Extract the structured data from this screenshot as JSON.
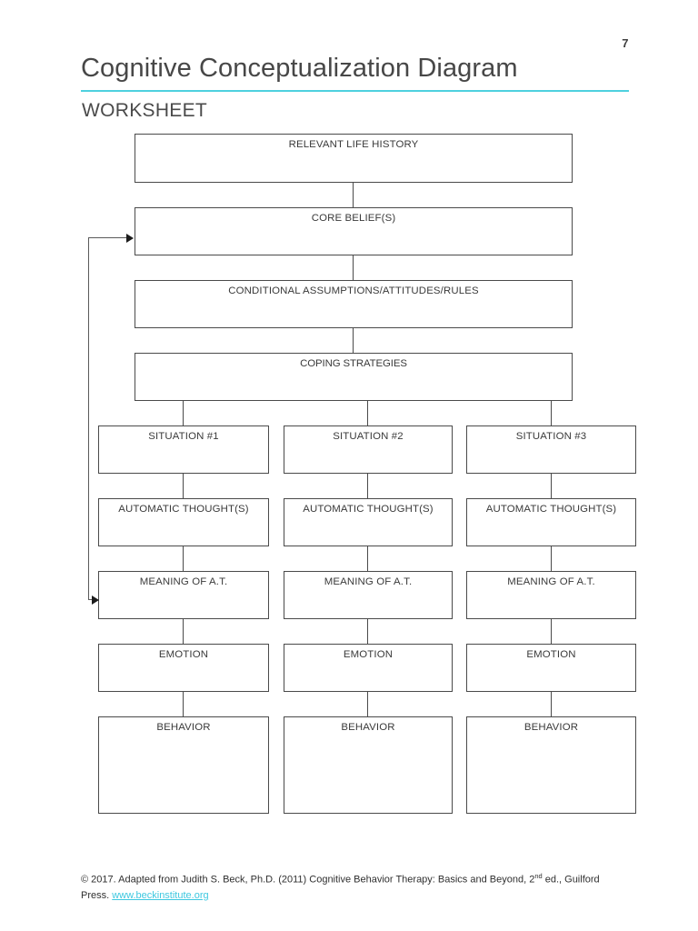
{
  "header": {
    "page_number": "7",
    "title": "Cognitive Conceptualization Diagram",
    "subtitle": "WORKSHEET",
    "rule_color": "#4ed1df"
  },
  "diagram": {
    "top_nodes": [
      {
        "id": "relevant-life-history",
        "label": "RELEVANT LIFE HISTORY"
      },
      {
        "id": "core-beliefs",
        "label": "CORE BELIEF(S)"
      },
      {
        "id": "conditional-assumptions",
        "label": "CONDITIONAL ASSUMPTIONS/ATTITUDES/RULES"
      },
      {
        "id": "coping-strategies",
        "label": "COPING STRATEGIES"
      }
    ],
    "column_rows": [
      {
        "id": "situation",
        "labels": [
          "SITUATION #1",
          "SITUATION #2",
          "SITUATION #3"
        ]
      },
      {
        "id": "automatic-thoughts",
        "labels": [
          "AUTOMATIC THOUGHT(S)",
          "AUTOMATIC THOUGHT(S)",
          "AUTOMATIC THOUGHT(S)"
        ]
      },
      {
        "id": "meaning-of-at",
        "labels": [
          "MEANING OF A.T.",
          "MEANING OF A.T.",
          "MEANING OF A.T."
        ]
      },
      {
        "id": "emotion",
        "labels": [
          "EMOTION",
          "EMOTION",
          "EMOTION"
        ]
      },
      {
        "id": "behavior",
        "labels": [
          "BEHAVIOR",
          "BEHAVIOR",
          "BEHAVIOR"
        ]
      }
    ]
  },
  "footer": {
    "text_before": "© 2017. Adapted from Judith S. Beck, Ph.D. (2011) Cognitive Behavior Therapy: Basics and Beyond, 2",
    "ordinal": "nd",
    "text_after": " ed., Guilford Press. ",
    "link_text": "www.beckinstitute.org",
    "link_color": "#3ec8e0"
  }
}
